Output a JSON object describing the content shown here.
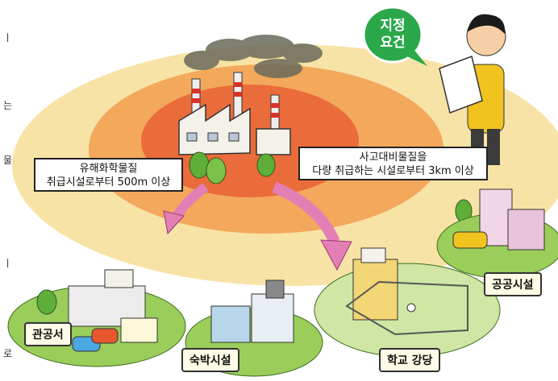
{
  "speech_bubble": {
    "line1": "지정",
    "line2": "요건"
  },
  "callout_left": {
    "line1": "유해화학물질",
    "line2": "취급시설로부터 500m 이상"
  },
  "callout_right": {
    "line1": "사고대비물질을",
    "line2": "다량 취급하는 시설로부터 3km 이상"
  },
  "facility_labels": {
    "public_office": "관공서",
    "lodging": "숙박시설",
    "school_hall": "학교 강당",
    "public_facility": "공공시설"
  },
  "edge_text": [
    "ㅣ",
    "는",
    "물",
    "ㅣ",
    "로"
  ],
  "colors": {
    "outer_zone": "#f8e3a6",
    "middle_zone": "#f3a85c",
    "inner_zone": "#ea6c3a",
    "bubble": "#2aa84a"
  }
}
